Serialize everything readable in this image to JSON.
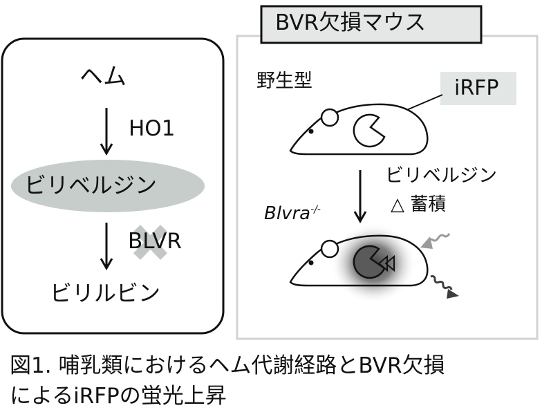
{
  "left_panel": {
    "heme": "ヘム",
    "ho1": "HO1",
    "biliverdin": "ビリベルジン",
    "blvr": "BLVR",
    "bilirubin": "ビリルビン"
  },
  "right_panel": {
    "title": "BVR欠損マウス",
    "wild_type": "野生型",
    "irfp": "iRFP",
    "biliverdin": "ビリベルジン",
    "accumulation": "△ 蓄積",
    "genotype_base": "Blvra",
    "genotype_sup": "-/-"
  },
  "caption": {
    "line1": "図1. 哺乳類におけるヘム代謝経路とBVR欠損",
    "line2": "によるiRFPの蛍光上昇"
  },
  "colors": {
    "ellipse_fill": "#c6cdcb",
    "cross": "#c3c7c6",
    "panel_border": "#cfd3d2",
    "title_bg": "#e4e7e6",
    "irfp_bg": "#e2e6e5",
    "glow": "#505050",
    "wave_in": "#9a9a9a",
    "wave_out": "#3d3d3d"
  }
}
